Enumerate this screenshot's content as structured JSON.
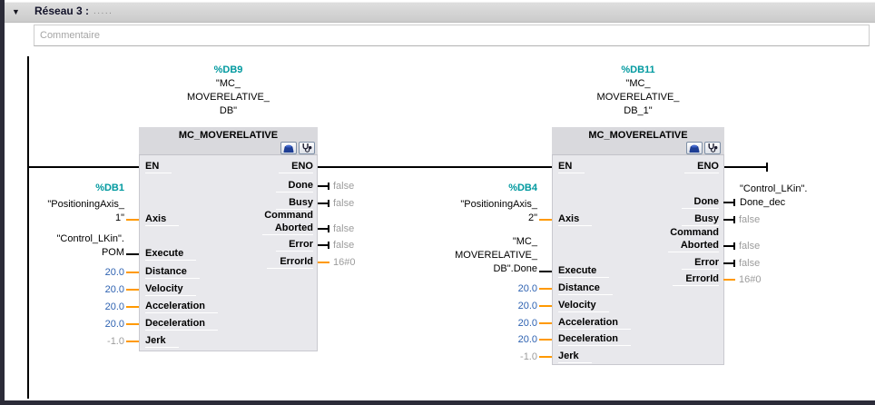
{
  "colors": {
    "db_reference_teal": "#00999F",
    "constant_blue": "#2E62B1",
    "default_value_gray": "#9C9C9C",
    "wire_orange": "#FF9900",
    "wire_black": "#000000"
  },
  "network": {
    "collapse_icon": "▼",
    "title": "Réseau 3 :",
    "title_dots": ".....",
    "comment_placeholder": "Commentaire"
  },
  "block1": {
    "instance_db": "%DB9",
    "instance_name": "\"MC_\nMOVERELATIVE_\nDB\"",
    "title": "MC_MOVERELATIVE",
    "pins": {
      "en": "EN",
      "eno": "ENO",
      "axis": "Axis",
      "execute": "Execute",
      "distance": "Distance",
      "velocity": "Velocity",
      "acceleration": "Acceleration",
      "deceleration": "Deceleration",
      "jerk": "Jerk",
      "done": "Done",
      "busy": "Busy",
      "command": "Command",
      "aborted": "Aborted",
      "error": "Error",
      "error_id": "ErrorId"
    },
    "inputs": {
      "axis_db": "%DB1",
      "axis_operand": "\"PositioningAxis_\n1\"",
      "execute_operand": "\"Control_LKin\".\nPOM",
      "distance": "20.0",
      "velocity": "20.0",
      "acceleration": "20.0",
      "deceleration": "20.0",
      "jerk": "-1.0"
    },
    "outputs": {
      "done": "false",
      "busy": "false",
      "command_aborted": "false",
      "error": "false",
      "error_id": "16#0"
    }
  },
  "block2": {
    "instance_db": "%DB11",
    "instance_name": "\"MC_\nMOVERELATIVE_\nDB_1\"",
    "title": "MC_MOVERELATIVE",
    "pins": {
      "en": "EN",
      "eno": "ENO",
      "axis": "Axis",
      "execute": "Execute",
      "distance": "Distance",
      "velocity": "Velocity",
      "acceleration": "Acceleration",
      "deceleration": "Deceleration",
      "jerk": "Jerk",
      "done": "Done",
      "busy": "Busy",
      "command": "Command",
      "aborted": "Aborted",
      "error": "Error",
      "error_id": "ErrorId"
    },
    "inputs": {
      "axis_db": "%DB4",
      "axis_operand": "\"PositioningAxis_\n2\"",
      "execute_operand": "\"MC_\nMOVERELATIVE_\nDB\".Done",
      "distance": "20.0",
      "velocity": "20.0",
      "acceleration": "20.0",
      "deceleration": "20.0",
      "jerk": "-1.0"
    },
    "outputs": {
      "done_operand": "\"Control_LKin\".\nDone_dec",
      "busy": "false",
      "command_aborted": "false",
      "error": "false",
      "error_id": "16#0"
    }
  }
}
